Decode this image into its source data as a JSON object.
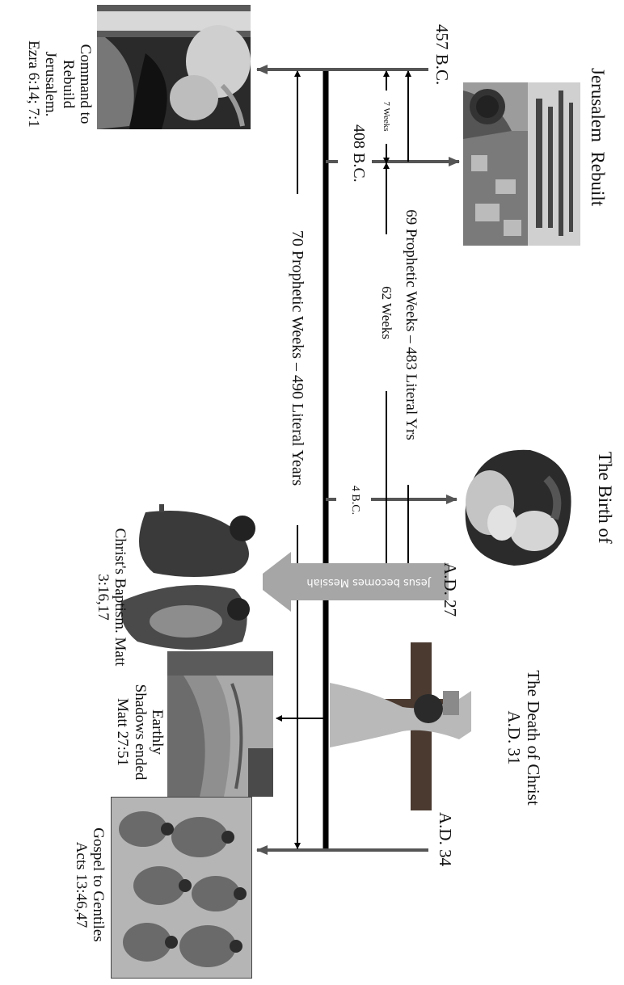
{
  "events": {
    "command": {
      "date": "457 B.C.",
      "caption": [
        "Command to",
        "Rebuild",
        "Jerusalem.",
        "Ezra 6:14; 7:1"
      ]
    },
    "rebuilt": {
      "date": "408 B.C.",
      "caption": "Jerusalem  Rebuilt"
    },
    "birth": {
      "date": "4 B.C.",
      "caption": "The Birth of"
    },
    "baptism": {
      "date": "A.D. 27",
      "caption": [
        "Christ's Baptism. Matt",
        "3:16,17"
      ]
    },
    "death": {
      "date": "A.D. 31",
      "caption": [
        "The Death of Christ",
        "A.D. 31"
      ]
    },
    "shadows": {
      "caption": [
        "Earthly",
        "Shadows ended",
        "Matt 27:51"
      ]
    },
    "gentiles": {
      "date": "A.D. 34",
      "caption": [
        "Gospel to Gentiles",
        "Acts 13:46,47"
      ]
    }
  },
  "spans": {
    "seven_weeks": "7 Weeks",
    "sixty_nine": "69 Prophetic Weeks – 483 Literal Yrs",
    "sixty_two": "62 Weeks",
    "seventy": "70 Prophetic Weeks – 490 Literal Years"
  },
  "messiah_arrow": "Jesus becomes Messiah",
  "colors": {
    "line": "#000000",
    "arrow_gray": "#555555",
    "messiah_gray": "#a6a6a6"
  },
  "icons": [
    "scroll-figure-photo",
    "city-photo",
    "madonna-photo",
    "baptism-figures-photo",
    "crucifixion-photo",
    "veil-photo",
    "apostles-photo"
  ]
}
